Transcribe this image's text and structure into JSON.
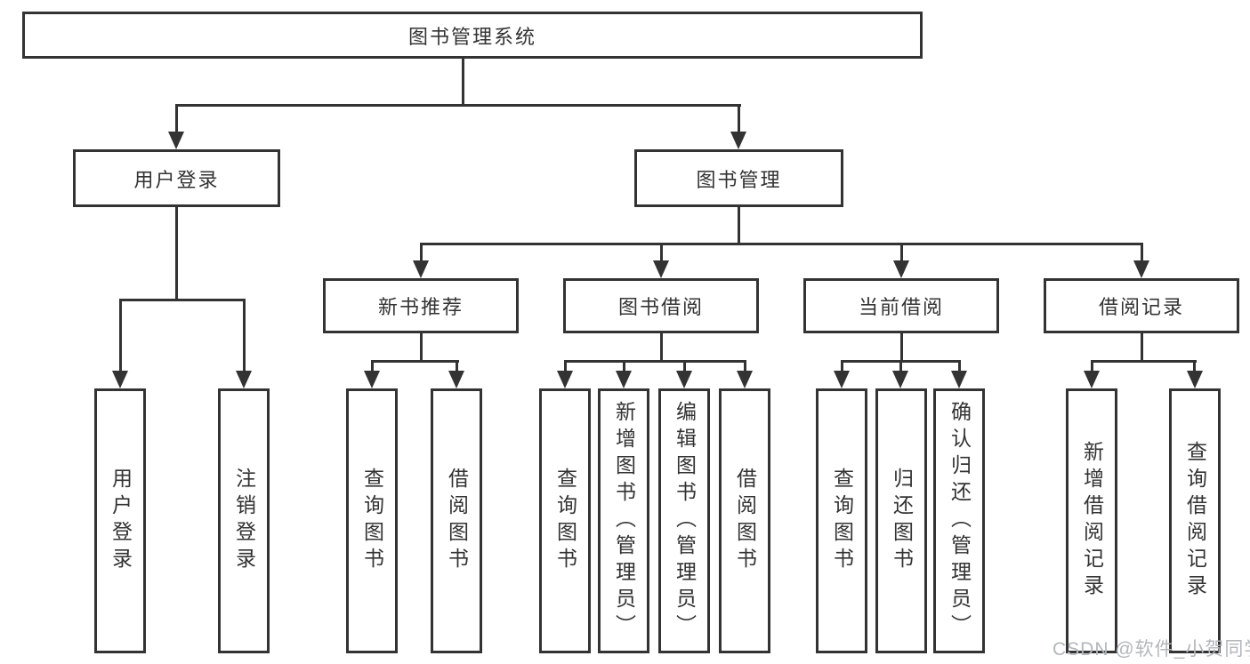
{
  "diagram": {
    "type": "hierarchy-flowchart",
    "colors": {
      "line": "#333333",
      "text": "#333333",
      "background": "#ffffff",
      "watermark_text": "#b3b7bb"
    },
    "watermark": "CSDN @软件_小贺同学",
    "nodes": {
      "root": {
        "label": "图书管理系统"
      },
      "level2": [
        {
          "label": "用户登录"
        },
        {
          "label": "图书管理"
        }
      ],
      "level3": [
        {
          "label": "新书推荐",
          "parent": "图书管理"
        },
        {
          "label": "图书借阅",
          "parent": "图书管理"
        },
        {
          "label": "当前借阅",
          "parent": "图书管理"
        },
        {
          "label": "借阅记录",
          "parent": "图书管理"
        }
      ],
      "leaves": [
        {
          "label": "用户登录",
          "parent": "用户登录"
        },
        {
          "label": "注销登录",
          "parent": "用户登录"
        },
        {
          "label": "查询图书",
          "parent": "新书推荐"
        },
        {
          "label": "借阅图书",
          "parent": "新书推荐"
        },
        {
          "label": "查询图书",
          "parent": "图书借阅"
        },
        {
          "label": "新增图书（管理员）",
          "parent": "图书借阅"
        },
        {
          "label": "编辑图书（管理员）",
          "parent": "图书借阅"
        },
        {
          "label": "借阅图书",
          "parent": "图书借阅"
        },
        {
          "label": "查询图书",
          "parent": "当前借阅"
        },
        {
          "label": "归还图书",
          "parent": "当前借阅"
        },
        {
          "label": "确认归还（管理员）",
          "parent": "当前借阅"
        },
        {
          "label": "新增借阅记录",
          "parent": "借阅记录"
        },
        {
          "label": "查询借阅记录",
          "parent": "借阅记录"
        }
      ]
    }
  }
}
